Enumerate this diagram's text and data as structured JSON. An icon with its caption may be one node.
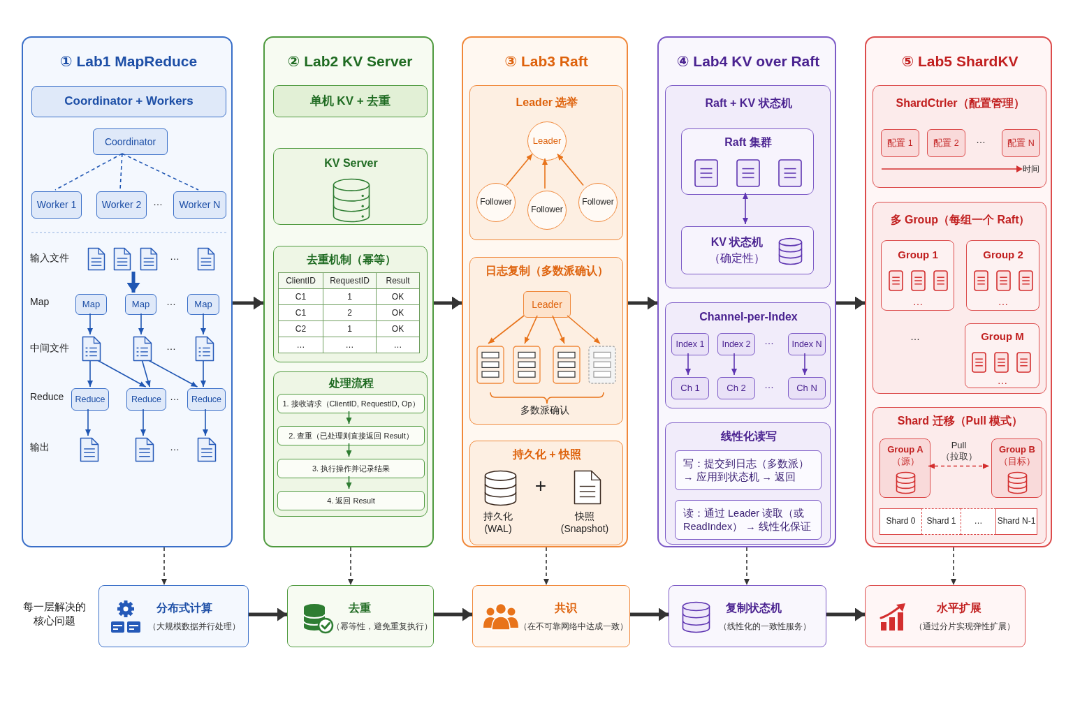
{
  "diagram": {
    "nodes": [
      {
        "text": [
          "① Lab1 MapReduce"
        ]
      },
      {
        "text": [
          "Coordinator + Workers"
        ],
        "in": 0
      },
      {
        "text": [
          "Coordinator"
        ],
        "in": 0
      },
      {
        "text": [
          "Worker 1"
        ],
        "in": 0
      },
      {
        "text": [
          "Worker 2"
        ],
        "in": 0
      },
      {
        "text": [
          "Worker N"
        ],
        "in": 0
      },
      {
        "text": [
          "Map"
        ],
        "in": 0
      },
      {
        "text": [
          "Map"
        ],
        "in": 0
      },
      {
        "text": [
          "Map"
        ],
        "in": 0
      },
      {
        "text": [],
        "shape": "document",
        "in": 0
      },
      {
        "text": [],
        "shape": "document",
        "in": 0
      },
      {
        "text": [],
        "shape": "document",
        "in": 0
      },
      {
        "text": [
          "Reduce"
        ],
        "in": 0
      },
      {
        "text": [
          "Reduce"
        ],
        "in": 0
      },
      {
        "text": [
          "Reduce"
        ],
        "in": 0
      },
      {
        "text": [],
        "shape": "document",
        "in": 0
      },
      {
        "text": [],
        "shape": "document",
        "in": 0
      },
      {
        "text": [],
        "shape": "document",
        "in": 0
      },
      {
        "text": [
          "② Lab2 KV Server"
        ]
      },
      {
        "text": [
          "单机 KV + 去重"
        ],
        "in": 18
      },
      {
        "text": [
          "KV Server"
        ],
        "in": 18
      },
      {
        "text": [
          "去重机制（幂等）"
        ],
        "in": 18
      },
      {
        "text": [
          "处理流程"
        ],
        "in": 18
      },
      {
        "text": [
          "1. 接收请求（ClientID, RequestID, Op）"
        ],
        "in": 22
      },
      {
        "text": [
          "2. 查重（已处理则直接返回 Result）"
        ],
        "in": 22
      },
      {
        "text": [
          "3. 执行操作并记录结果"
        ],
        "in": 22
      },
      {
        "text": [
          "4. 返回 Result"
        ],
        "in": 22
      },
      {
        "text": [
          "③ Lab3 Raft"
        ]
      },
      {
        "text": [
          "Leader 选举"
        ],
        "in": 27
      },
      {
        "text": [
          "Leader"
        ],
        "in": 28
      },
      {
        "text": [
          "Follower"
        ],
        "in": 28
      },
      {
        "text": [
          "Follower"
        ],
        "in": 28
      },
      {
        "text": [
          "Follower"
        ],
        "in": 28
      },
      {
        "text": [
          "日志复制（多数派确认）"
        ],
        "in": 27
      },
      {
        "text": [
          "Leader"
        ],
        "in": 33
      },
      {
        "text": [],
        "shape": "box",
        "in": 33
      },
      {
        "text": [],
        "shape": "box",
        "in": 33
      },
      {
        "text": [],
        "shape": "box",
        "in": 33
      },
      {
        "text": [],
        "shape": "box",
        "in": 33
      },
      {
        "text": [
          "持久化 + 快照"
        ],
        "in": 27
      },
      {
        "text": [
          "④ Lab4 KV over Raft"
        ]
      },
      {
        "text": [
          "Raft + KV 状态机"
        ],
        "in": 40
      },
      {
        "text": [
          "Raft 集群"
        ],
        "in": 41
      },
      {
        "text": [
          "KV 状态机",
          "（确定性）"
        ],
        "in": 41
      },
      {
        "text": [
          "Channel-per-Index"
        ],
        "in": 40
      },
      {
        "text": [
          "Index 1"
        ],
        "in": 44
      },
      {
        "text": [
          "Index 2"
        ],
        "in": 44
      },
      {
        "text": [
          "Index N"
        ],
        "in": 44
      },
      {
        "text": [
          "Ch 1"
        ],
        "in": 44
      },
      {
        "text": [
          "Ch 2"
        ],
        "in": 44
      },
      {
        "text": [
          "Ch N"
        ],
        "in": 44
      },
      {
        "text": [
          "线性化读写"
        ],
        "in": 40
      },
      {
        "text": [
          "写：提交到日志（多数派） → 应用到状态机 → 返回"
        ],
        "in": 51
      },
      {
        "text": [
          "读：通过 Leader 读取（或 ReadIndex） → 线性化保证"
        ],
        "in": 51
      },
      {
        "text": [
          "⑤ Lab5 ShardKV"
        ]
      },
      {
        "text": [
          "ShardCtrler（配置管理）"
        ],
        "in": 54
      },
      {
        "text": [
          "配置 1"
        ],
        "in": 55
      },
      {
        "text": [
          "配置 2"
        ],
        "in": 55
      },
      {
        "text": [
          "配置 N"
        ],
        "in": 55
      },
      {
        "text": [
          "多 Group（每组一个 Raft）"
        ],
        "in": 54
      },
      {
        "text": [
          "Group 1",
          "…"
        ],
        "in": 59
      },
      {
        "text": [
          "Group 2",
          "…"
        ],
        "in": 59
      },
      {
        "text": [
          "Group M",
          "…"
        ],
        "in": 59
      },
      {
        "text": [
          "Shard 迁移（Pull 模式）"
        ],
        "in": 54
      },
      {
        "text": [
          "Group A",
          "（源）"
        ],
        "in": 63
      },
      {
        "text": [
          "Group B",
          "（目标）"
        ],
        "in": 63
      },
      {
        "text": [
          "Shard 0"
        ],
        "in": 63
      },
      {
        "text": [
          "Shard 1"
        ],
        "in": 63
      },
      {
        "text": [
          "…"
        ],
        "in": 63
      },
      {
        "text": [
          "Shard N-1"
        ],
        "in": 63
      },
      {
        "text": [
          "分布式计算",
          "（大规模数据并行处理）"
        ]
      },
      {
        "text": [
          "去重",
          "（幂等性，避免重复执行）"
        ]
      },
      {
        "text": [
          "共识",
          "（在不可靠网络中达成一致）"
        ]
      },
      {
        "text": [
          "复制状态机",
          "（线性化的一致性服务）"
        ]
      },
      {
        "text": [
          "水平扩展",
          "（通过分片实现弹性扩展）"
        ]
      }
    ],
    "edges": [
      {
        "from": 2,
        "to": 3,
        "arrow": "none",
        "style": "dashed"
      },
      {
        "from": 2,
        "to": 4,
        "arrow": "none",
        "style": "dashed"
      },
      {
        "from": 2,
        "to": 5,
        "arrow": "none",
        "style": "dashed"
      },
      {
        "from": null,
        "to": 7,
        "arrow": "to",
        "style": "thick"
      },
      {
        "from": 6,
        "to": 9,
        "arrow": "to"
      },
      {
        "from": 7,
        "to": 10,
        "arrow": "to"
      },
      {
        "from": 8,
        "to": 11,
        "arrow": "to"
      },
      {
        "from": 9,
        "to": 12,
        "arrow": "to"
      },
      {
        "from": 9,
        "to": 13,
        "arrow": "to"
      },
      {
        "from": 10,
        "to": 13,
        "arrow": "to"
      },
      {
        "from": 10,
        "to": 14,
        "arrow": "to"
      },
      {
        "from": 11,
        "to": 14,
        "arrow": "to"
      },
      {
        "from": 12,
        "to": 15,
        "arrow": "to"
      },
      {
        "from": 13,
        "to": 16,
        "arrow": "to"
      },
      {
        "from": 14,
        "to": 17,
        "arrow": "to"
      },
      {
        "from": 23,
        "to": 24,
        "arrow": "to",
        "color": "#2e7d32"
      },
      {
        "from": 24,
        "to": 25,
        "arrow": "to",
        "color": "#2e7d32"
      },
      {
        "from": 25,
        "to": 26,
        "arrow": "to",
        "color": "#2e7d32"
      },
      {
        "from": 30,
        "to": 29,
        "arrow": "to",
        "color": "#e8731a"
      },
      {
        "from": 31,
        "to": 29,
        "arrow": "to",
        "color": "#e8731a"
      },
      {
        "from": 32,
        "to": 29,
        "arrow": "to",
        "color": "#e8731a"
      },
      {
        "from": 34,
        "to": 35,
        "arrow": "to",
        "color": "#e8731a"
      },
      {
        "from": 34,
        "to": 36,
        "arrow": "to",
        "color": "#e8731a"
      },
      {
        "from": 34,
        "to": 37,
        "arrow": "to",
        "color": "#e8731a"
      },
      {
        "from": 34,
        "to": 38,
        "arrow": "to",
        "color": "#e8731a"
      },
      {
        "from": 42,
        "to": 43,
        "arrow": "both",
        "color": "#5e35b1"
      },
      {
        "from": 45,
        "to": 48,
        "arrow": "to",
        "color": "#5e35b1"
      },
      {
        "from": 46,
        "to": 49,
        "arrow": "to",
        "color": "#5e35b1"
      },
      {
        "from": 47,
        "to": 50,
        "arrow": "to",
        "color": "#5e35b1"
      },
      {
        "from": 64,
        "to": 65,
        "arrow": "both",
        "style": "dashed",
        "color": "#d32f2f",
        "label": "Pull （拉取）"
      },
      {
        "from": 0,
        "to": 18,
        "arrow": "to",
        "style": "thick",
        "color": "#333333"
      },
      {
        "from": 18,
        "to": 27,
        "arrow": "to",
        "style": "thick",
        "color": "#333333"
      },
      {
        "from": 27,
        "to": 40,
        "arrow": "to",
        "style": "thick",
        "color": "#333333"
      },
      {
        "from": 40,
        "to": 54,
        "arrow": "to",
        "style": "thick",
        "color": "#333333"
      },
      {
        "from": 0,
        "to": 70,
        "arrow": "to",
        "style": "dashed",
        "color": "#333333"
      },
      {
        "from": 18,
        "to": 71,
        "arrow": "to",
        "style": "dashed",
        "color": "#333333"
      },
      {
        "from": 27,
        "to": 72,
        "arrow": "to",
        "style": "dashed",
        "color": "#333333"
      },
      {
        "from": 40,
        "to": 73,
        "arrow": "to",
        "style": "dashed",
        "color": "#333333"
      },
      {
        "from": 54,
        "to": 74,
        "arrow": "to",
        "style": "dashed",
        "color": "#333333"
      },
      {
        "from": 70,
        "to": 71,
        "arrow": "to",
        "style": "thick",
        "color": "#333333"
      },
      {
        "from": 71,
        "to": 72,
        "arrow": "to",
        "style": "thick",
        "color": "#333333"
      },
      {
        "from": 72,
        "to": 73,
        "arrow": "to",
        "style": "thick",
        "color": "#333333"
      },
      {
        "from": 73,
        "to": 74,
        "arrow": "to",
        "style": "thick",
        "color": "#333333"
      }
    ],
    "labels": [
      "…",
      "输入文件",
      "…",
      "Map",
      "…",
      "中间文件",
      "…",
      "Reduce",
      "…",
      "输出",
      "…",
      "ClientID",
      "RequestID",
      "Result",
      "C1",
      "1",
      "OK",
      "C1",
      "2",
      "OK",
      "C2",
      "1",
      "OK",
      "…",
      "…",
      "…",
      "多数派确认",
      "持久化 (WAL)",
      "+",
      "快照 (Snapshot)",
      "…",
      "…",
      "…",
      "时间",
      "…",
      "每一层解决的核心问题"
    ]
  }
}
